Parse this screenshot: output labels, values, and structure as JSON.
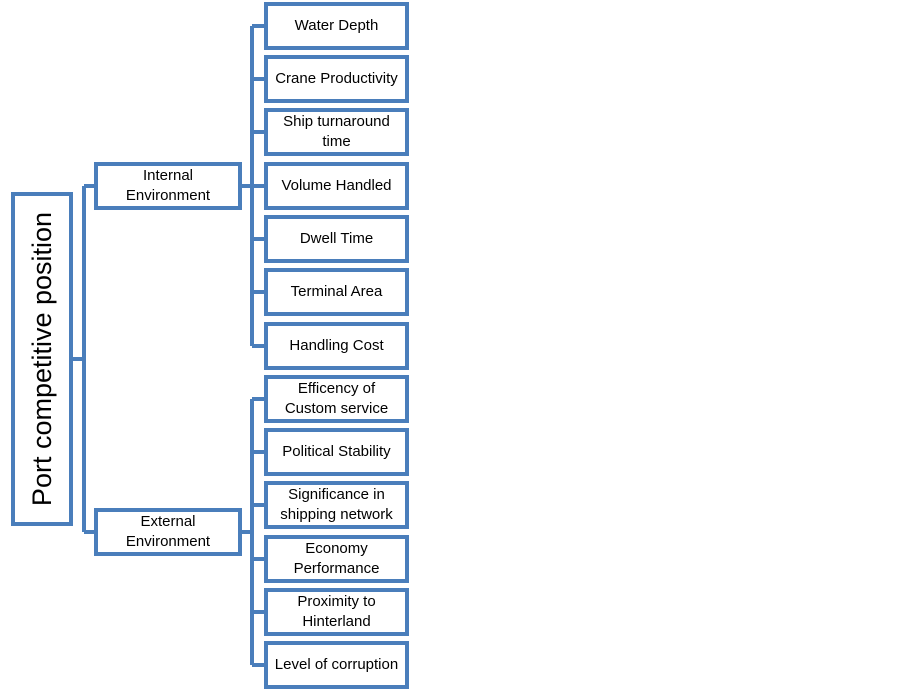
{
  "root": {
    "label": "Port competitive position"
  },
  "internal": {
    "label": "Internal Environment",
    "children": [
      "Water Depth",
      "Crane Productivity",
      "Ship turnaround time",
      "Volume Handled",
      "Dwell Time",
      "Terminal Area",
      "Handling Cost"
    ]
  },
  "external": {
    "label": "External Environment",
    "children": [
      "Efficency of Custom service",
      "Political  Stability",
      "Significance in shipping network",
      "Economy Performance",
      "Proximity  to Hinterland",
      "Level of corruption"
    ]
  },
  "colors": {
    "border": "#4a7ebb",
    "connector": "#4a7ebb",
    "fill": "#ffffff"
  }
}
